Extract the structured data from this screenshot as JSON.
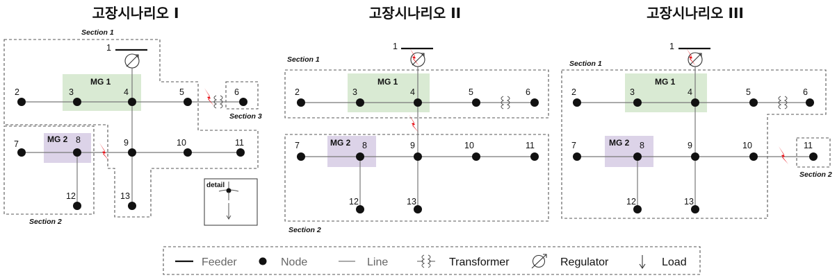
{
  "scenarios": [
    {
      "title": "고장시나리오 I",
      "mg1": "MG 1",
      "mg2": "MG 2",
      "sections": [
        "Section 1",
        "Section 2",
        "Section 3"
      ],
      "nodes": [
        "1",
        "2",
        "3",
        "4",
        "5",
        "6",
        "7",
        "8",
        "9",
        "10",
        "11",
        "12",
        "13"
      ],
      "detail": "detail"
    },
    {
      "title": "고장시나리오 II",
      "mg1": "MG 1",
      "mg2": "MG 2",
      "sections": [
        "Section 1",
        "Section 2"
      ],
      "nodes": [
        "1",
        "2",
        "3",
        "4",
        "5",
        "6",
        "7",
        "8",
        "9",
        "10",
        "11",
        "12",
        "13"
      ]
    },
    {
      "title": "고장시나리오 III",
      "mg1": "MG 1",
      "mg2": "MG 2",
      "sections": [
        "Section 1",
        "Section 2"
      ],
      "nodes": [
        "1",
        "2",
        "3",
        "4",
        "5",
        "6",
        "7",
        "8",
        "9",
        "10",
        "11",
        "12",
        "13"
      ]
    }
  ],
  "legend": {
    "feeder": "Feeder",
    "node": "Node",
    "line": "Line",
    "transformer": "Transformer",
    "regulator": "Regulator",
    "load": "Load"
  },
  "colors": {
    "mg1_fill": "#d9ead3",
    "mg2_fill": "#dcd3e8",
    "fault": "#e8141b"
  }
}
